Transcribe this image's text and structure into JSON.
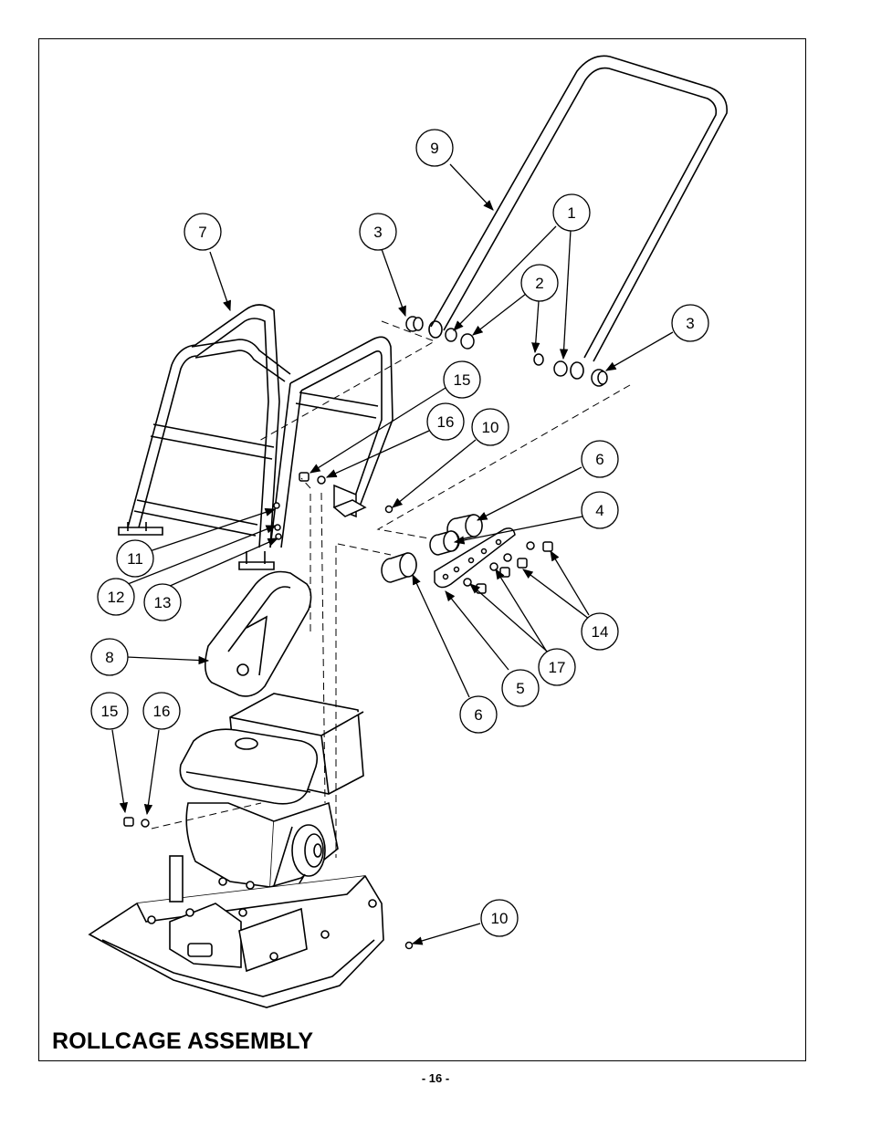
{
  "page": {
    "title": "ROLLCAGE ASSEMBLY",
    "page_number": "- 16 -"
  },
  "callouts": [
    {
      "id": "c9",
      "label": "9"
    },
    {
      "id": "c1",
      "label": "1"
    },
    {
      "id": "c7",
      "label": "7"
    },
    {
      "id": "c3a",
      "label": "3"
    },
    {
      "id": "c2",
      "label": "2"
    },
    {
      "id": "c3b",
      "label": "3"
    },
    {
      "id": "c15a",
      "label": "15"
    },
    {
      "id": "c16a",
      "label": "16"
    },
    {
      "id": "c10a",
      "label": "10"
    },
    {
      "id": "c6a",
      "label": "6"
    },
    {
      "id": "c4",
      "label": "4"
    },
    {
      "id": "c11",
      "label": "11"
    },
    {
      "id": "c12",
      "label": "12"
    },
    {
      "id": "c13",
      "label": "13"
    },
    {
      "id": "c14",
      "label": "14"
    },
    {
      "id": "c8",
      "label": "8"
    },
    {
      "id": "c17",
      "label": "17"
    },
    {
      "id": "c5",
      "label": "5"
    },
    {
      "id": "c6b",
      "label": "6"
    },
    {
      "id": "c15b",
      "label": "15"
    },
    {
      "id": "c16b",
      "label": "16"
    },
    {
      "id": "c10b",
      "label": "10"
    }
  ]
}
